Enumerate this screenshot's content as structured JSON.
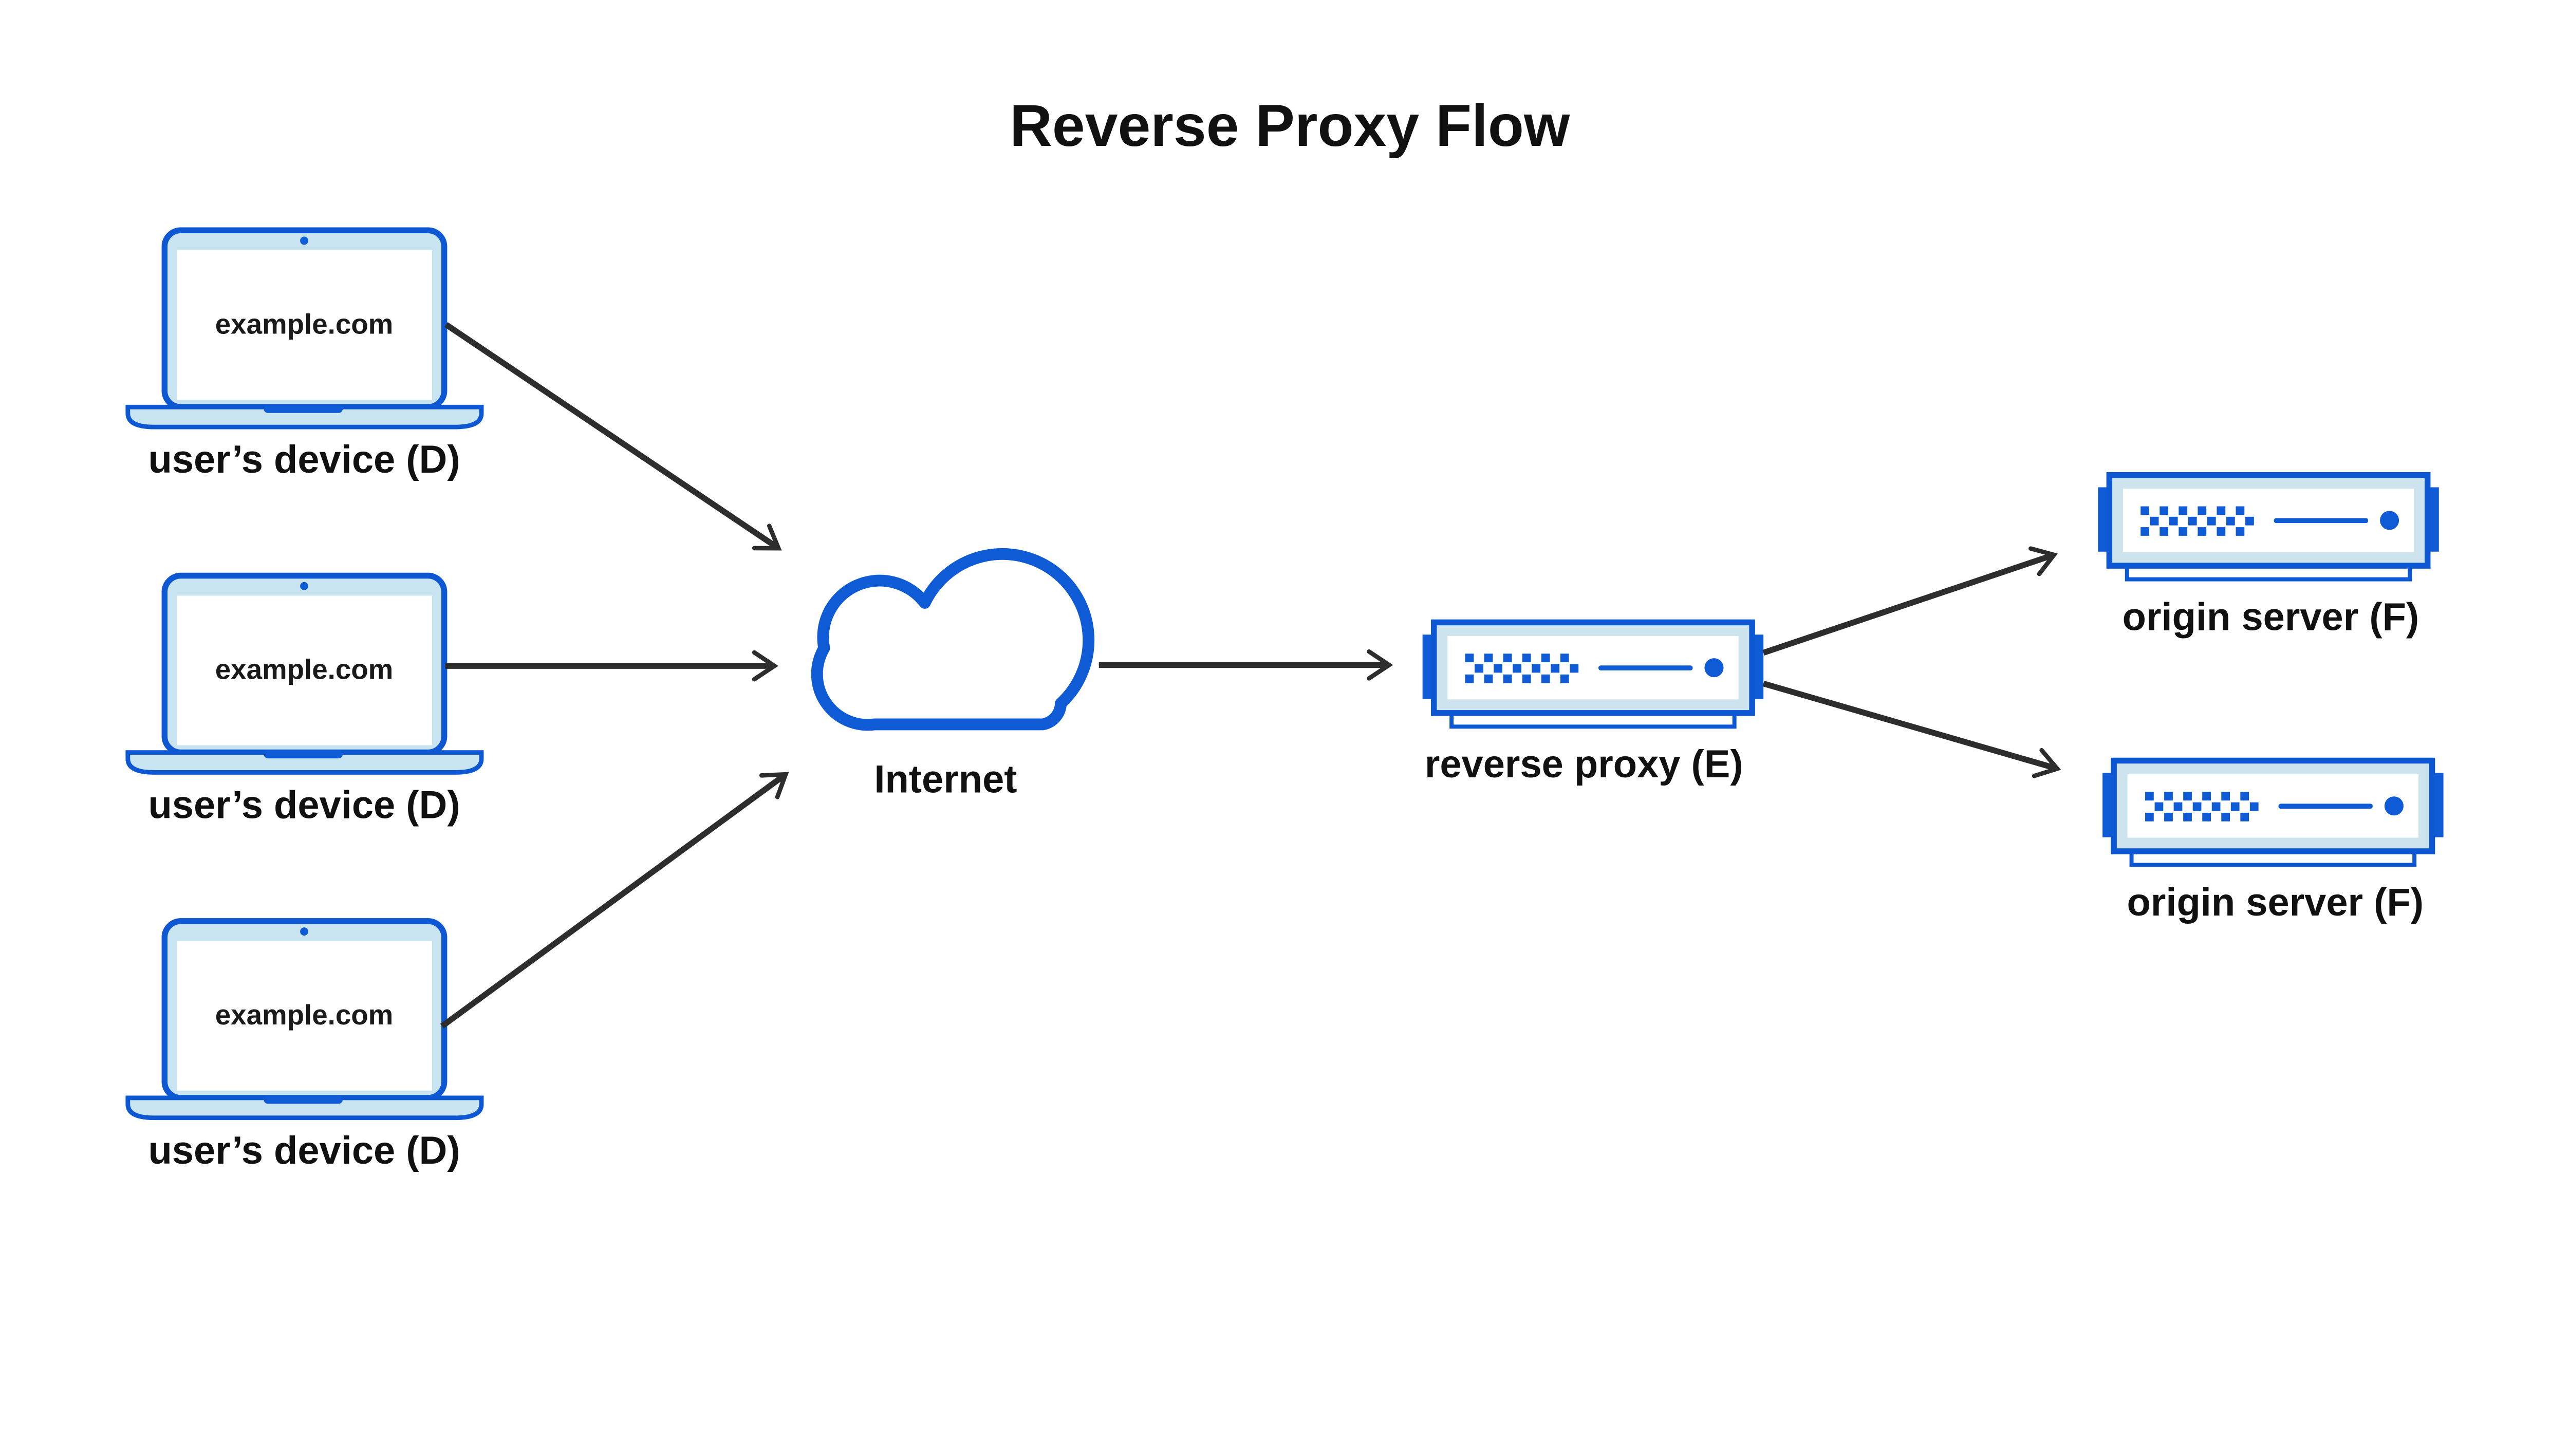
{
  "title": "Reverse Proxy Flow",
  "diagram": {
    "devices": [
      {
        "id": "device-1",
        "screen_text": "example.com",
        "label": "user’s device (D)"
      },
      {
        "id": "device-2",
        "screen_text": "example.com",
        "label": "user’s device (D)"
      },
      {
        "id": "device-3",
        "screen_text": "example.com",
        "label": "user’s device (D)"
      }
    ],
    "internet": {
      "label": "Internet"
    },
    "reverse_proxy": {
      "label": "reverse proxy (E)"
    },
    "origin_servers": [
      {
        "id": "origin-1",
        "label": "origin server (F)"
      },
      {
        "id": "origin-2",
        "label": "origin server (F)"
      }
    ],
    "edges": [
      {
        "from": "device-1",
        "to": "internet"
      },
      {
        "from": "device-2",
        "to": "internet"
      },
      {
        "from": "device-3",
        "to": "internet"
      },
      {
        "from": "internet",
        "to": "reverse-proxy"
      },
      {
        "from": "reverse-proxy",
        "to": "origin-1"
      },
      {
        "from": "reverse-proxy",
        "to": "origin-2"
      }
    ]
  },
  "colors": {
    "accent_blue": "#0d57d3",
    "light_blue": "#c9e4f1",
    "arrow_gray": "#2d2d2d",
    "text": "#111111",
    "background": "#ffffff"
  }
}
